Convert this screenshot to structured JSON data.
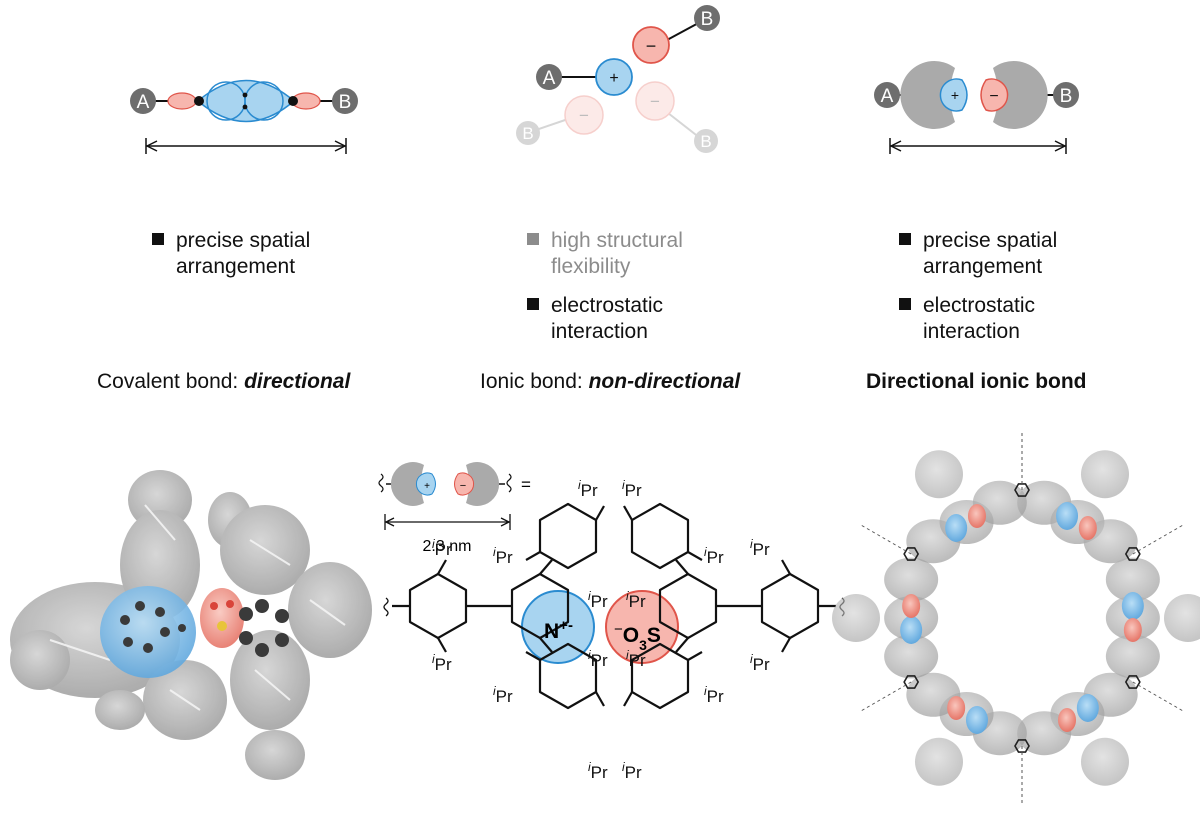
{
  "panels": {
    "covalent": {
      "atom_a": "A",
      "atom_b": "B",
      "bullets": [
        "precise spatial\narrangement"
      ],
      "title_plain": "Covalent bond: ",
      "title_emph": "directional"
    },
    "ionic": {
      "atom_a": "A",
      "atom_b": "B",
      "plus": "+",
      "minus": "−",
      "bullets_faded": [
        "high structural\nflexibility"
      ],
      "bullets": [
        "electrostatic\ninteraction"
      ],
      "title_plain": "Ionic bond: ",
      "title_emph": "non-directional"
    },
    "directional": {
      "atom_a": "A",
      "atom_b": "B",
      "plus": "+",
      "minus": "−",
      "bullets": [
        "precise spatial\narrangement",
        "electrostatic\ninteraction"
      ],
      "title": "Directional ionic bond"
    }
  },
  "structure": {
    "scale_label": "2.3 nm",
    "equals": "=",
    "ipr_prefix": "i",
    "ipr": "Pr",
    "cation": "N",
    "cation_charge": "+",
    "cation_dash": "-",
    "anion_prefix": "−",
    "anion": "O",
    "anion_sub": "3",
    "anion_tail": "S"
  },
  "colors": {
    "blue": "#a8d4f0",
    "blue_stroke": "#2a8bd0",
    "red": "#f7b6ae",
    "red_stroke": "#e0554a",
    "gray": "#aaaaaa",
    "dark": "#6e6e6e"
  }
}
